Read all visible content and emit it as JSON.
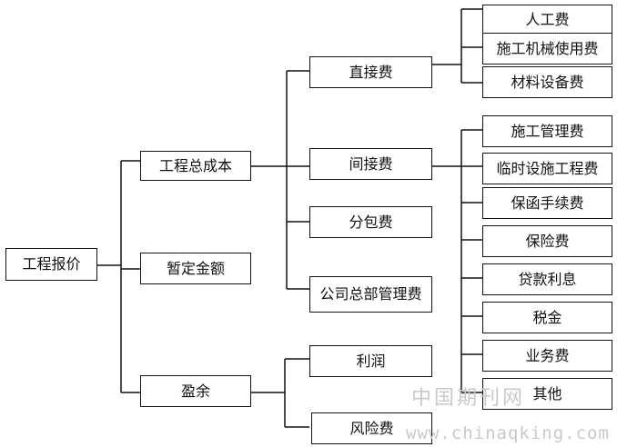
{
  "root": "工程报价",
  "level1": [
    "工程总成本",
    "暂定金额",
    "盈余"
  ],
  "cost_children": [
    "直接费",
    "间接费",
    "分包费",
    "公司总部管理费"
  ],
  "surplus_children": [
    "利润",
    "风险费"
  ],
  "direct_children": [
    "人工费",
    "施工机械使用费",
    "材料设备费"
  ],
  "indirect_children": [
    "施工管理费",
    "临时设施工程费",
    "保函手续费",
    "保险费",
    "贷款利息",
    "税金",
    "业务费",
    "其他"
  ],
  "watermark": {
    "cn": "中国期刊网",
    "url": "www.chinaqking.com"
  }
}
